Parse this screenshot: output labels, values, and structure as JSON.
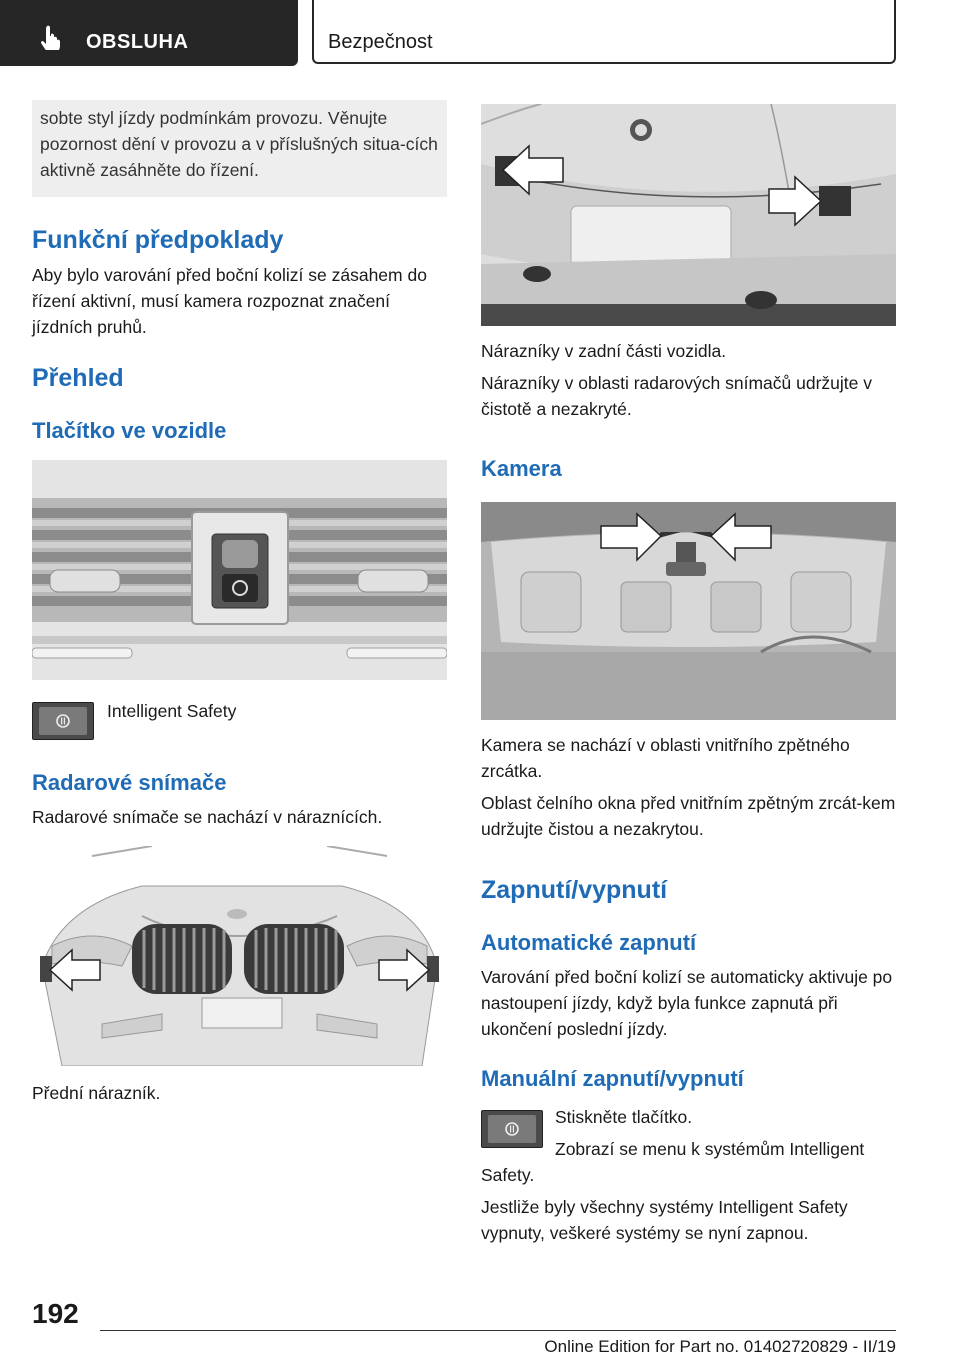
{
  "header": {
    "section_label": "OBSLUHA",
    "chapter_label": "Bezpečnost"
  },
  "left_column": {
    "note_text": "sobte styl jízdy podmínkám provozu. Věnujte pozornost dění v provozu a v příslušných situa-cích aktivně zasáhněte do řízení.",
    "funkcni_heading": "Funkční předpoklady",
    "funkcni_text": "Aby bylo varování před boční kolizí se zásahem do řízení aktivní, musí kamera rozpoznat značení jízdních pruhů.",
    "prehled_heading": "Přehled",
    "tlacitko_heading": "Tlačítko ve vozidle",
    "button_label": "Intelligent Safety",
    "radar_heading": "Radarové snímače",
    "radar_text": "Radarové snímače se nachází v náraznících.",
    "front_caption": "Přední nárazník."
  },
  "right_column": {
    "rear_caption_1": "Nárazníky v zadní části vozidla.",
    "rear_caption_2": "Nárazníky v oblasti radarových snímačů udržujte v čistotě a nezakryté.",
    "kamera_heading": "Kamera",
    "kamera_text_1": "Kamera se nachází v oblasti vnitřního zpětného zrcátka.",
    "kamera_text_2": "Oblast čelního okna před vnitřním zpětným zrcát-kem udržujte čistou a nezakrytou.",
    "zapnuti_heading": "Zapnutí/vypnutí",
    "auto_heading": "Automatické zapnutí",
    "auto_text": "Varování před boční kolizí se automaticky aktivuje po nastoupení jízdy, když byla funkce zapnutá při ukončení poslední jízdy.",
    "manual_heading": "Manuální zapnutí/vypnutí",
    "manual_step_1": "Stiskněte tlačítko.",
    "manual_step_2": "Zobrazí se menu k systémům Intelligent Safety.",
    "manual_text": "Jestliže byly všechny systémy Intelligent Safety vypnuty, veškeré systémy se nyní zapnou."
  },
  "footer": {
    "page_number": "192",
    "edition_text": "Online Edition for Part no. 01402720829 - II/19"
  },
  "icons": {
    "section_icon": "hand-pointer-icon",
    "button_icon": "intelligent-safety-icon"
  }
}
